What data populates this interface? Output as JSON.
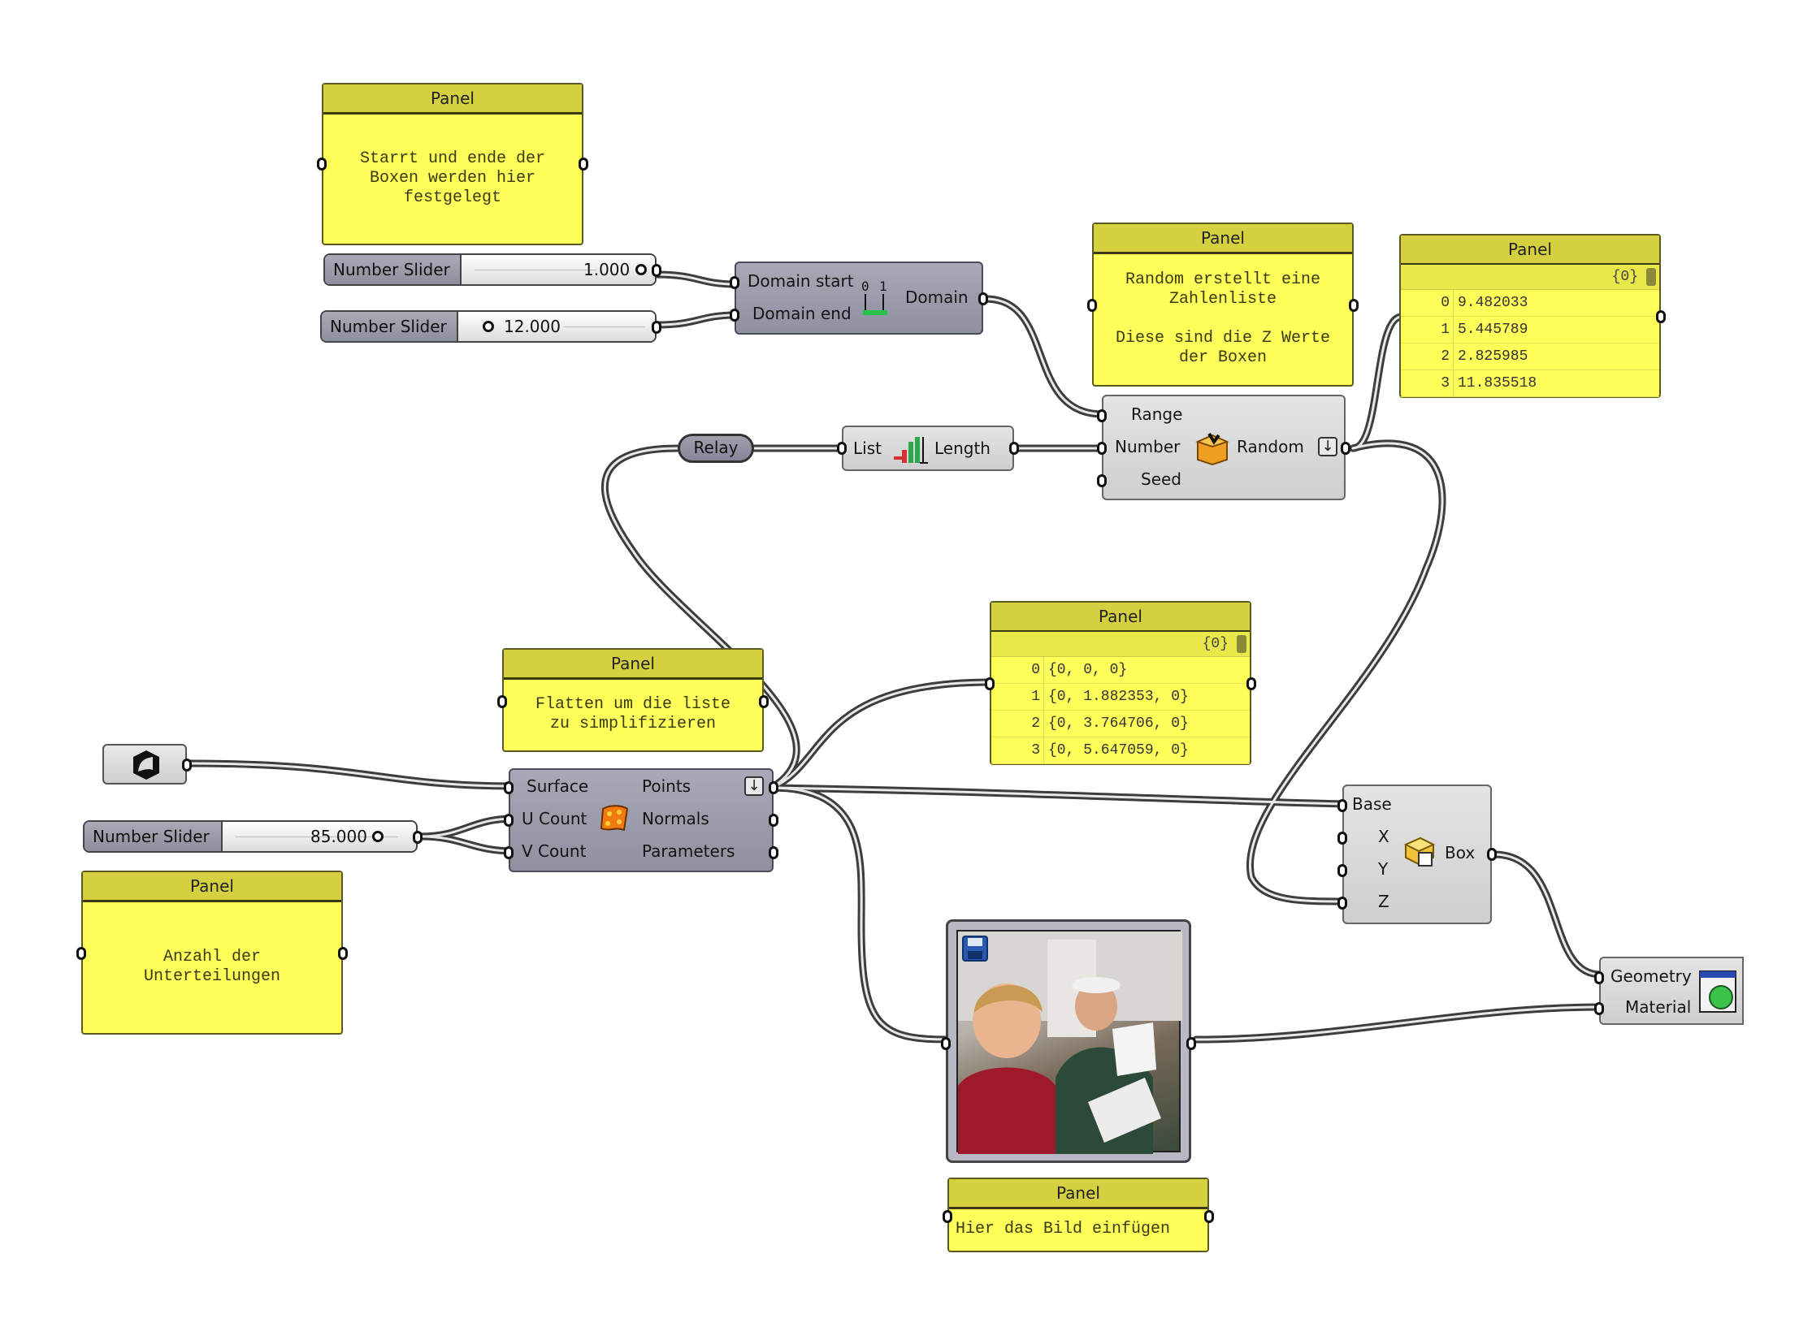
{
  "panels": {
    "domain_note": {
      "title": "Panel",
      "text": "Starrt und ende der\nBoxen werden hier\nfestgelegt"
    },
    "random_note": {
      "title": "Panel",
      "text": "Random erstellt eine\nZahlenliste\n\nDiese sind die Z Werte\nder Boxen"
    },
    "random_values": {
      "title": "Panel",
      "path": "{0}",
      "rows": [
        {
          "index": "0",
          "value": "9.482033"
        },
        {
          "index": "1",
          "value": "5.445789"
        },
        {
          "index": "2",
          "value": "2.825985"
        },
        {
          "index": "3",
          "value": "11.835518"
        }
      ]
    },
    "points_values": {
      "title": "Panel",
      "path": "{0}",
      "rows": [
        {
          "index": "0",
          "value": "{0, 0, 0}"
        },
        {
          "index": "1",
          "value": "{0, 1.882353, 0}"
        },
        {
          "index": "2",
          "value": "{0, 3.764706, 0}"
        },
        {
          "index": "3",
          "value": "{0, 5.647059, 0}"
        }
      ]
    },
    "flatten_note": {
      "title": "Panel",
      "text": "Flatten um die liste\nzu simplifizieren"
    },
    "count_note": {
      "title": "Panel",
      "text": "Anzahl der\nUnterteilungen"
    },
    "image_note": {
      "title": "Panel",
      "text": "Hier das Bild einfügen"
    }
  },
  "sliders": {
    "domain_start": {
      "name": "Number Slider",
      "value": "1.000"
    },
    "domain_end": {
      "name": "Number Slider",
      "value": "12.000"
    },
    "count": {
      "name": "Number Slider",
      "value": "85.000"
    }
  },
  "components": {
    "construct_domain": {
      "in1": "Domain start",
      "in2": "Domain end",
      "out": "Domain"
    },
    "list_length": {
      "in": "List",
      "out": "Length"
    },
    "relay": {
      "label": "Relay"
    },
    "random": {
      "in1": "Range",
      "in2": "Number",
      "in3": "Seed",
      "out": "Random"
    },
    "divide_surface": {
      "in1": "Surface",
      "in2": "U Count",
      "in3": "V Count",
      "out1": "Points",
      "out2": "Normals",
      "out3": "Parameters"
    },
    "box": {
      "in1": "Base",
      "in2": "X",
      "in3": "Y",
      "in4": "Z",
      "out": "Box"
    },
    "preview": {
      "in1": "Geometry",
      "in2": "Material"
    }
  },
  "colors": {
    "panel_yellow": "#ffff5a",
    "component_grey": "#9c9dac",
    "wire": "#4a4a4a"
  }
}
